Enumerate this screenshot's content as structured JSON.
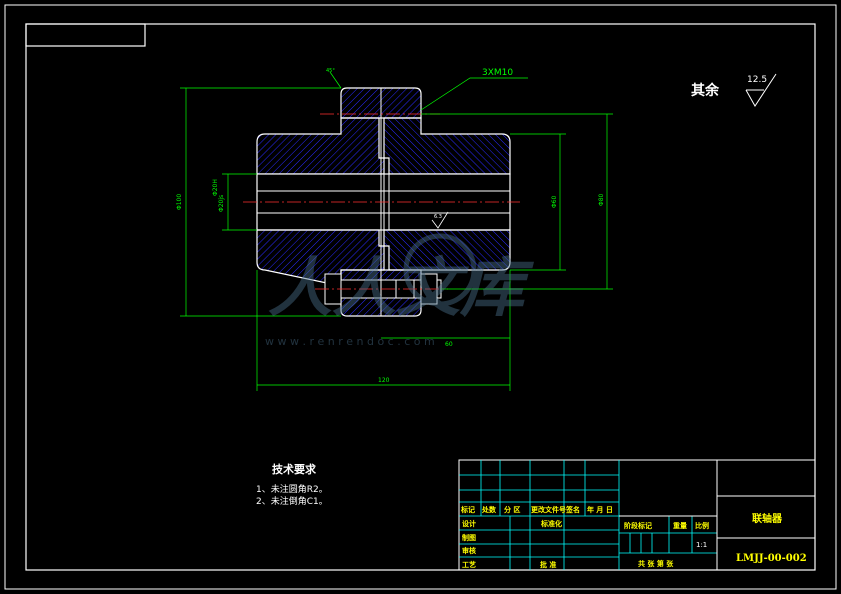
{
  "drawing": {
    "note_other": "其余",
    "roughness_value": "12.5",
    "roughness_small": "6.3",
    "thread_callout": "3XM10",
    "weld_symbol": "45°"
  },
  "dimensions": {
    "d100": "Φ100",
    "d20h": "Φ20H",
    "d20js": "Φ20js",
    "d60": "Φ60",
    "d80": "Φ80",
    "len60": "60",
    "len120": "120"
  },
  "tech_req": {
    "title": "技术要求",
    "item1": "1、未注圆角R2。",
    "item2": "2、未注倒角C1。"
  },
  "title_block": {
    "part_name": "联轴器",
    "drawing_no": "LMJJ-00-002",
    "scale": "1:1",
    "header_row": [
      "标记",
      "处数",
      "分 区",
      "更改文件号",
      "签名",
      "年 月 日"
    ],
    "design": "设计",
    "standard": "标准化",
    "drawing": "制图",
    "review": "审核",
    "process": "工艺",
    "approve": "批 准",
    "stage_mark": "阶段标记",
    "weight": "重量",
    "ratio": "比例",
    "sheets": "共  张  第  张"
  },
  "watermark": {
    "text": "人人文库",
    "url": "w w w . r e n r e n d o c . c o m"
  },
  "colors": {
    "background": "#000000",
    "frame": "#ffffff",
    "dimension": "#00ff00",
    "hatch": "#0000ff",
    "centerline": "#ff0000",
    "titleblock_grid": "#00ffff",
    "titleblock_text": "#ffff00"
  }
}
